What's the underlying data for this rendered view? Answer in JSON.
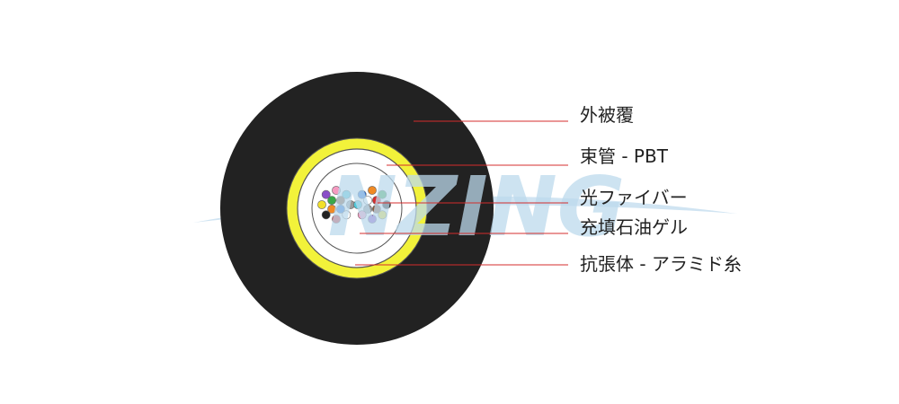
{
  "watermark": {
    "text": "NZING",
    "color": "#bcd9ec"
  },
  "colors": {
    "jacket": "#222222",
    "aramid": "#f2f23a",
    "tube": "#ffffff",
    "gel": "#ffffff",
    "leader_line": "#d42c2c",
    "stroke": "#555555"
  },
  "labels": [
    {
      "id": "jacket",
      "text": "外被覆"
    },
    {
      "id": "tube",
      "text": "束管 - PBT"
    },
    {
      "id": "fiber",
      "text": "光ファイバー"
    },
    {
      "id": "gel",
      "text": "充填石油ゲル"
    },
    {
      "id": "aramid",
      "text": "抗張体 - アラミド糸"
    }
  ],
  "fiber_colors": [
    "#2a6fd6",
    "#f08a24",
    "#3aa84a",
    "#8a5a3a",
    "#9a9a9a",
    "#ffffff",
    "#d42c2c",
    "#222222",
    "#f2e02a",
    "#8a4fc8",
    "#f59ac0",
    "#4fc8d8"
  ]
}
